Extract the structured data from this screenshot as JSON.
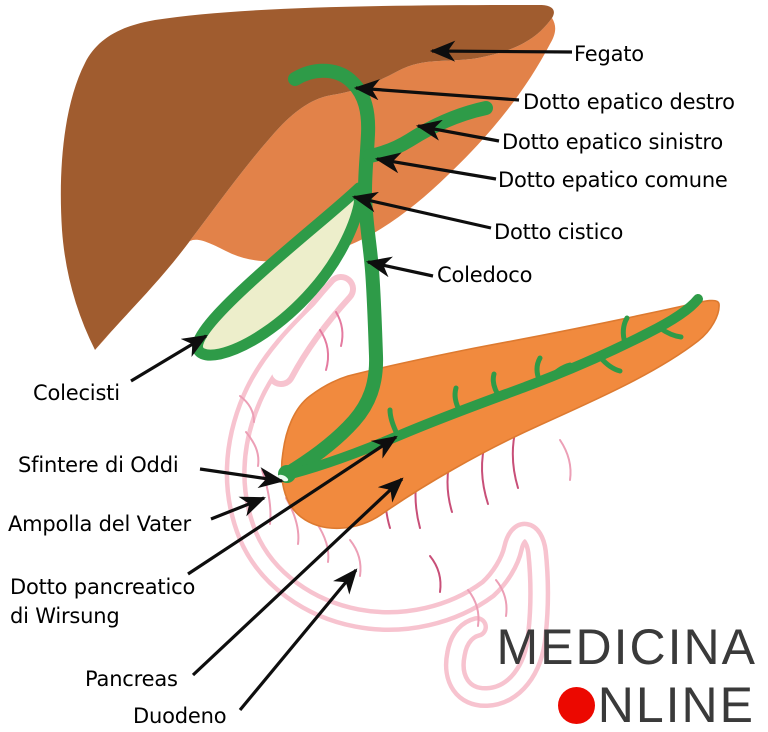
{
  "diagram": {
    "subject": "biliary-tract-anatomy",
    "language": "Italian"
  },
  "labels": {
    "fegato": "Fegato",
    "dotto_epatico_destro": "Dotto epatico destro",
    "dotto_epatico_sinistro": "Dotto epatico sinistro",
    "dotto_epatico_comune": "Dotto epatico comune",
    "dotto_cistico": "Dotto cistico",
    "coledoco": "Coledoco",
    "colecisti": "Colecisti",
    "sfintere_di_oddi": "Sfintere di Oddi",
    "ampolla_del_vater": "Ampolla del Vater",
    "dotto_pancreatico_di_wirsung": "Dotto pancreatico\ndi Wirsung",
    "pancreas": "Pancreas",
    "duodeno": "Duodeno"
  },
  "watermark": {
    "line1": "MEDICINA",
    "line2": "NLINE",
    "text_color": "#3a3a3a",
    "dot_color": "#ec0800"
  },
  "colors": {
    "liver_dark": "#a05c2f",
    "liver_light": "#e28249",
    "pancreas_fill": "#f18a3e",
    "pancreas_outline": "#dd7a30",
    "duct_green": "#2e9b48",
    "gallbladder_fill": "#edeecb",
    "duodenum_pink": "#f7c3cf",
    "duodenum_core": "#ffffff",
    "fold_pink_light": "#ec9fb6",
    "fold_pink_dark": "#c84f78",
    "arrow_black": "#0e0e0e",
    "background": "#ffffff"
  }
}
